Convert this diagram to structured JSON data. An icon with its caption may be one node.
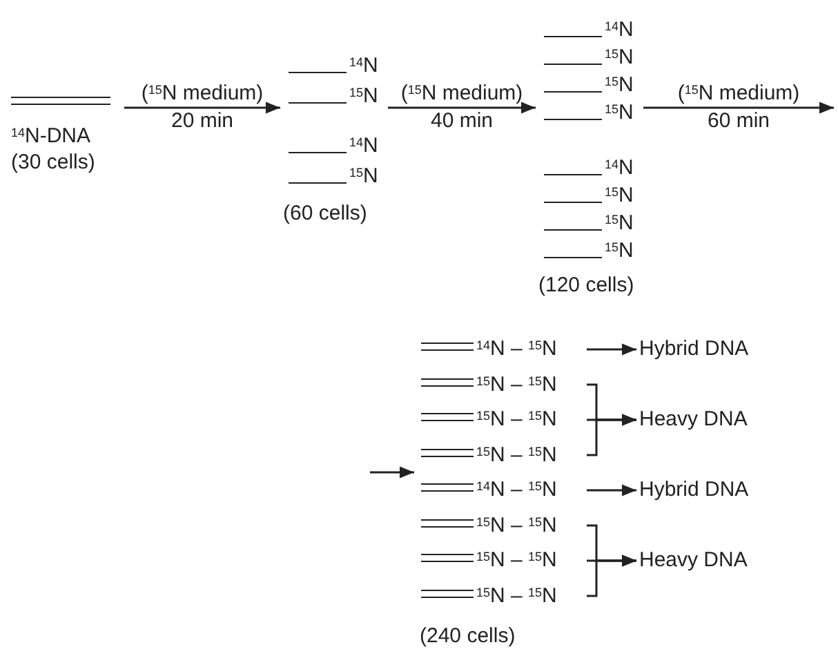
{
  "diagram": {
    "nodes": [
      {
        "text": [
          "$^{14}$N-DNA",
          "(30 cells)"
        ]
      },
      {
        "text": [
          "$^{14}$N",
          "$^{15}$N",
          "$^{14}$N",
          "$^{15}$N",
          "(60 cells)"
        ]
      },
      {
        "text": [
          "$^{14}$N",
          "$^{15}$N",
          "$^{15}$N",
          "$^{15}$N",
          "$^{14}$N",
          "$^{15}$N",
          "$^{15}$N",
          "$^{15}$N",
          "(120 cells)"
        ]
      },
      {
        "text": [
          "(240 cells)"
        ]
      },
      {
        "text": [
          "$^{14}$N – $^{15}$N"
        ],
        "in": 3
      },
      {
        "text": [
          "$^{15}$N – $^{15}$N"
        ],
        "in": 3
      },
      {
        "text": [
          "$^{15}$N – $^{15}$N"
        ],
        "in": 3
      },
      {
        "text": [
          "$^{15}$N – $^{15}$N"
        ],
        "in": 3
      },
      {
        "text": [
          "$^{14}$N – $^{15}$N"
        ],
        "in": 3
      },
      {
        "text": [
          "$^{15}$N – $^{15}$N"
        ],
        "in": 3
      },
      {
        "text": [
          "$^{15}$N – $^{15}$N"
        ],
        "in": 3
      },
      {
        "text": [
          "$^{15}$N – $^{15}$N"
        ],
        "in": 3
      },
      {
        "text": [
          "Hybrid DNA"
        ]
      },
      {
        "text": [
          "Heavy DNA"
        ]
      },
      {
        "text": [
          "Hybrid DNA"
        ]
      },
      {
        "text": [
          "Heavy DNA"
        ]
      }
    ],
    "edges": [
      {
        "from": 0,
        "to": 1,
        "arrow": "to",
        "label": "($^{15}$N medium) 20 min"
      },
      {
        "from": 1,
        "to": 2,
        "arrow": "to",
        "label": "($^{15}$N medium) 40 min"
      },
      {
        "from": 2,
        "to": null,
        "arrow": "to",
        "label": "($^{15}$N medium) 60 min"
      },
      {
        "from": null,
        "to": 3,
        "arrow": "to"
      },
      {
        "from": 4,
        "to": 12,
        "arrow": "to"
      },
      {
        "from": 5,
        "to": 13,
        "arrow": "to"
      },
      {
        "from": 6,
        "to": 13,
        "arrow": "to"
      },
      {
        "from": 7,
        "to": 13,
        "arrow": "to"
      },
      {
        "from": 8,
        "to": 14,
        "arrow": "to"
      },
      {
        "from": 9,
        "to": 15,
        "arrow": "to"
      },
      {
        "from": 10,
        "to": 15,
        "arrow": "to"
      },
      {
        "from": 11,
        "to": 15,
        "arrow": "to"
      }
    ]
  }
}
